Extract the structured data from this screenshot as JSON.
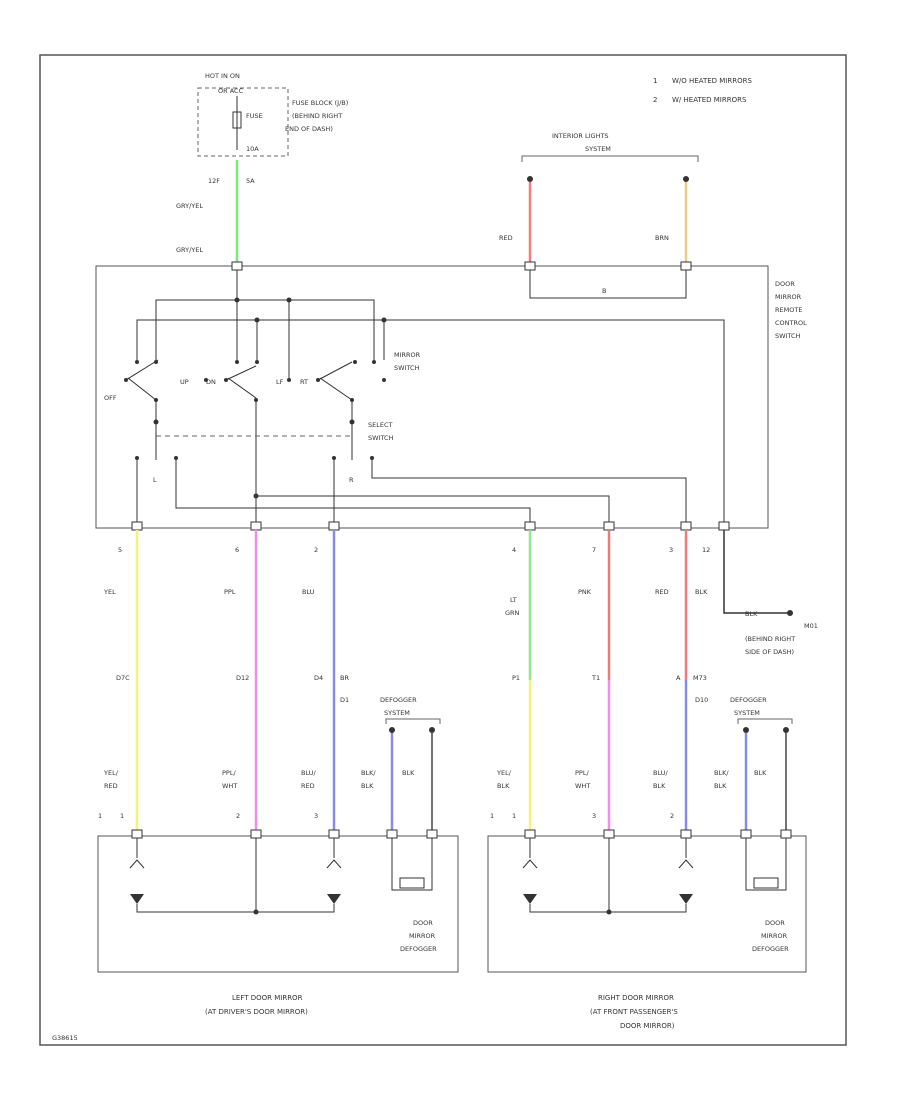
{
  "notes": [
    {
      "num": "1",
      "text": "W/O HEATED MIRRORS"
    },
    {
      "num": "2",
      "text": "W/ HEATED MIRRORS"
    }
  ],
  "fuse": {
    "hot": "HOT IN ON",
    "hot2": "OR ACC",
    "fuse_label": "FUSE",
    "amp": "10A",
    "block1": "FUSE BLOCK (J/B)",
    "block2": "(BEHIND RIGHT",
    "block3": "END OF DASH)",
    "conn1": "12F",
    "conn2": "5A"
  },
  "wires_top": {
    "gry_top": "GRY/YEL",
    "gry_bottom": "GRY/YEL",
    "red": "RED",
    "brn": "BRN"
  },
  "interior": {
    "line1": "INTERIOR LIGHTS",
    "line2": "SYSTEM"
  },
  "switch_box": {
    "line1": "DOOR",
    "line2": "MIRROR",
    "line3": "REMOTE",
    "line4": "CONTROL",
    "line5": "SWITCH"
  },
  "mirror_switch": {
    "line1": "MIRROR",
    "line2": "SWITCH"
  },
  "select_switch": {
    "line1": "SELECT",
    "line2": "SWITCH"
  },
  "switch_marks": {
    "off": "OFF",
    "l": "L",
    "r": "R",
    "up": "UP",
    "dn": "DN",
    "lf": "LF",
    "rt": "RT"
  },
  "pins": {
    "p5": "5",
    "p6": "6",
    "p2": "2",
    "p4": "4",
    "p7": "7",
    "p3": "3",
    "p12": "12"
  },
  "wires_mid": {
    "yel": "YEL",
    "ppl": "PPL",
    "blu": "BLU",
    "ltgrn1": "LT",
    "ltgrn2": "GRN",
    "pnk": "PNK",
    "red": "RED",
    "blk": "BLK"
  },
  "ground": {
    "mark": "BLK",
    "name": "M01",
    "loc1": "(BEHIND RIGHT",
    "loc2": "SIDE OF DASH)"
  },
  "connectors": {
    "c1": "D7C",
    "c2": "D12",
    "c3": "D4",
    "c3b": "BR",
    "c4": "D1",
    "c5": "P1",
    "c6": "T1",
    "c7": "A",
    "c7b": "M73",
    "c8": "D10"
  },
  "defogger": {
    "line1": "DEFOGGER",
    "line2": "SYSTEM"
  },
  "wires_low": {
    "l1a": "YEL/",
    "l1b": "RED",
    "l2a": "PPL/",
    "l2b": "WHT",
    "l3a": "BLU/",
    "l3b": "RED",
    "l4a": "BLK/",
    "l4b": "BLK",
    "l5": "BLK",
    "r1a": "YEL/",
    "r1b": "BLK",
    "r2a": "PPL/",
    "r2b": "WHT",
    "r3a": "BLU/",
    "r3b": "BLK",
    "r4a": "BLK/",
    "r4b": "BLK",
    "r5": "BLK"
  },
  "mirror_pins": {
    "a": "1",
    "b": "1",
    "c": "2",
    "d": "3",
    "e": "1",
    "f": "1",
    "g": "3",
    "h": "2"
  },
  "defog_box": {
    "line1": "DOOR",
    "line2": "MIRROR",
    "line3": "DEFOGGER"
  },
  "left_mirror": {
    "line1": "LEFT DOOR MIRROR",
    "line2": "(AT DRIVER'S DOOR MIRROR)"
  },
  "right_mirror": {
    "line1": "RIGHT DOOR MIRROR",
    "line2": "(AT FRONT PASSENGER'S",
    "line3": "DOOR MIRROR)"
  },
  "footer_id": "G38615",
  "colors": {
    "grn": "#7be87b",
    "red": "#f08080",
    "tan": "#e7c98a",
    "yel": "#f5f27a",
    "ppl": "#f08ef0",
    "blu": "#8a8ae8",
    "ltgrn": "#8ee88e",
    "pnk": "#f07a7a"
  }
}
